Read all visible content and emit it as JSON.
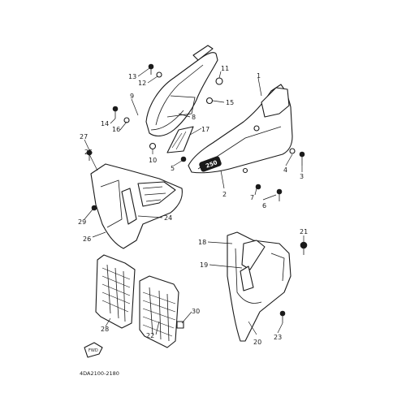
{
  "diagram_code": "4DA2100-2180",
  "decal_text": "250",
  "fwd_label": "FWD",
  "callouts": [
    {
      "id": "c1",
      "label": "1"
    },
    {
      "id": "c2",
      "label": "2"
    },
    {
      "id": "c3",
      "label": "3"
    },
    {
      "id": "c4",
      "label": "4"
    },
    {
      "id": "c5",
      "label": "5"
    },
    {
      "id": "c6",
      "label": "6"
    },
    {
      "id": "c7",
      "label": "7"
    },
    {
      "id": "c8",
      "label": "8"
    },
    {
      "id": "c9",
      "label": "9"
    },
    {
      "id": "c10",
      "label": "10"
    },
    {
      "id": "c11",
      "label": "11"
    },
    {
      "id": "c12",
      "label": "12"
    },
    {
      "id": "c13",
      "label": "13"
    },
    {
      "id": "c14",
      "label": "14"
    },
    {
      "id": "c15",
      "label": "15"
    },
    {
      "id": "c16",
      "label": "16"
    },
    {
      "id": "c17",
      "label": "17"
    },
    {
      "id": "c18",
      "label": "18"
    },
    {
      "id": "c19",
      "label": "19"
    },
    {
      "id": "c20",
      "label": "20"
    },
    {
      "id": "c21",
      "label": "21"
    },
    {
      "id": "c22",
      "label": "22"
    },
    {
      "id": "c23",
      "label": "23"
    },
    {
      "id": "c24",
      "label": "24"
    },
    {
      "id": "c25",
      "label": "25"
    },
    {
      "id": "c26",
      "label": "26"
    },
    {
      "id": "c27",
      "label": "27"
    },
    {
      "id": "c28",
      "label": "28"
    },
    {
      "id": "c29",
      "label": "29"
    },
    {
      "id": "c30",
      "label": "30"
    }
  ]
}
